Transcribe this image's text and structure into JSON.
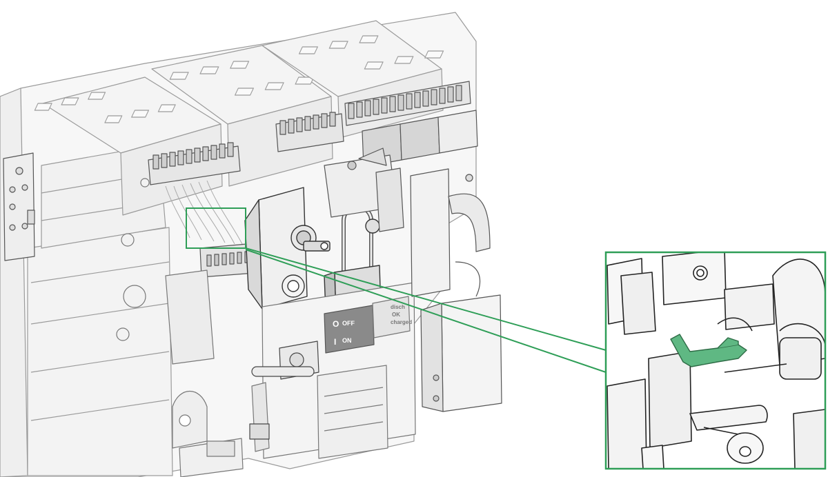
{
  "diagram": {
    "labels": {
      "off_symbol": "O",
      "off_text": "OFF",
      "on_symbol": "I",
      "on_text": "ON",
      "status_line_1": "disch",
      "status_line_2": "OK",
      "status_line_3": "charged"
    },
    "colors": {
      "outline": "#9a9a9a",
      "dark_outline": "#555555",
      "fill_light": "#f6f6f6",
      "fill_mid": "#e2e2e2",
      "fill_dark": "#bdbdbd",
      "callout": "#2e9e57",
      "highlight": "#5fb883",
      "label_panel": "#8a8a8a"
    }
  }
}
